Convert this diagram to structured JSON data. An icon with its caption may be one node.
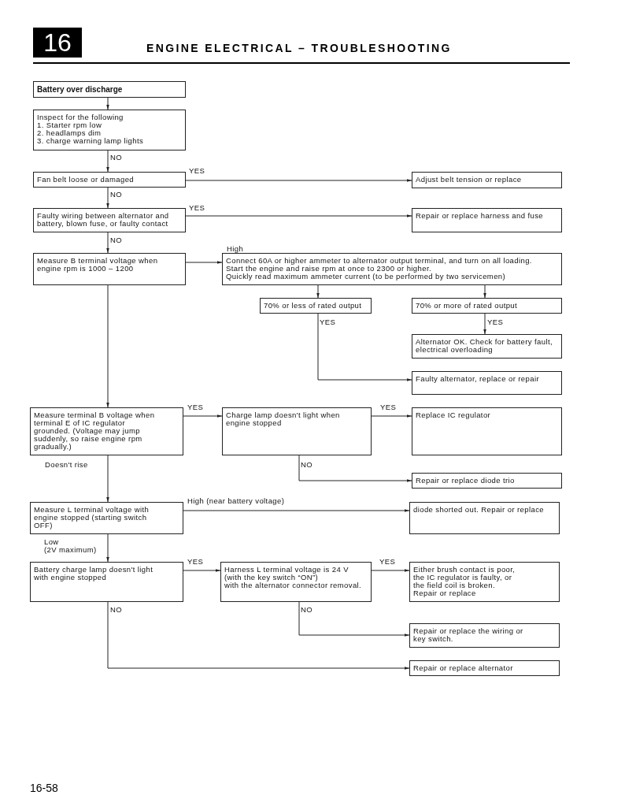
{
  "diagram": {
    "title": "ENGINE ELECTRICAL – TROUBLESHOOTING",
    "nodes": [
      {
        "text": [
          "Battery over discharge"
        ]
      },
      {
        "text": [
          "Inspect for the following",
          "1. Starter rpm low",
          "2. headlamps dim",
          "3. charge warning lamp lights"
        ]
      },
      {
        "text": [
          "Fan belt loose or damaged"
        ]
      },
      {
        "text": [
          "Adjust belt tension or replace"
        ]
      },
      {
        "text": [
          "Faulty wiring between alternator and battery, blown fuse, or faulty contact"
        ]
      },
      {
        "text": [
          "Repair or replace harness and fuse"
        ]
      },
      {
        "text": [
          "Measure B terminal voltage when engine rpm is 1000 – 1200"
        ]
      },
      {
        "text": [
          "Connect 60A or higher ammeter to alternator output terminal, and turn on all loading.",
          "Start the engine and raise rpm at once to 2300 or higher.",
          "Quickly read maximum ammeter current (to be performed by two servicemen)"
        ]
      },
      {
        "text": [
          "70% or less of rated output"
        ]
      },
      {
        "text": [
          "70% or more of rated output"
        ]
      },
      {
        "text": [
          "Alternator OK. Check for battery fault, electrical overloading"
        ]
      },
      {
        "text": [
          "Faulty alternator, replace or repair"
        ]
      },
      {
        "text": [
          "Measure terminal B voltage when terminal E of IC regulator grounded. (Voltage may jump suddenly, so raise engine rpm gradually.)"
        ]
      },
      {
        "text": [
          "Charge lamp doesn't light when engine stopped"
        ]
      },
      {
        "text": [
          "Replace IC regulator"
        ]
      },
      {
        "text": [
          "Repair or replace diode trio"
        ]
      },
      {
        "text": [
          "Measure L terminal voltage with engine stopped (starting switch OFF)"
        ]
      },
      {
        "text": [
          "diode shorted out. Repair or replace"
        ]
      },
      {
        "text": [
          "Battery charge lamp doesn't light with engine stopped"
        ]
      },
      {
        "text": [
          "Harness L terminal voltage is 24 V",
          "(with the key switch “ON”)",
          "with the alternator connector removal."
        ]
      },
      {
        "text": [
          "Either brush contact is poor, the IC regulator is faulty, or the field coil is broken.",
          "Repair or replace"
        ]
      },
      {
        "text": [
          "Repair or replace the wiring or key switch."
        ]
      },
      {
        "text": [
          "Repair or replace alternator"
        ]
      }
    ],
    "edges": [
      {
        "from": 0,
        "to": 1,
        "arrow": "to"
      },
      {
        "from": 1,
        "to": 2,
        "arrow": "to",
        "label": "NO"
      },
      {
        "from": 2,
        "to": 3,
        "arrow": "to",
        "label": "YES"
      },
      {
        "from": 2,
        "to": 4,
        "arrow": "to",
        "label": "NO"
      },
      {
        "from": 4,
        "to": 5,
        "arrow": "to",
        "label": "YES"
      },
      {
        "from": 4,
        "to": 6,
        "arrow": "to",
        "label": "NO"
      },
      {
        "from": 6,
        "to": 7,
        "arrow": "to",
        "label": "High"
      },
      {
        "from": 7,
        "to": 8,
        "arrow": "to"
      },
      {
        "from": 7,
        "to": 9,
        "arrow": "to"
      },
      {
        "from": 9,
        "to": 10,
        "arrow": "to",
        "label": "YES"
      },
      {
        "from": 8,
        "to": 11,
        "arrow": "to",
        "label": "YES"
      },
      {
        "from": 6,
        "to": 12,
        "arrow": "to"
      },
      {
        "from": 12,
        "to": 13,
        "arrow": "to",
        "label": "YES"
      },
      {
        "from": 13,
        "to": 14,
        "arrow": "to",
        "label": "YES"
      },
      {
        "from": 13,
        "to": 15,
        "arrow": "to",
        "label": "NO"
      },
      {
        "from": 12,
        "to": 16,
        "arrow": "to",
        "label": "Doesn't rise"
      },
      {
        "from": 16,
        "to": 17,
        "arrow": "to",
        "label": "High (near battery voltage)"
      },
      {
        "from": 16,
        "to": 18,
        "arrow": "to",
        "label": "Low (2V maximum)"
      },
      {
        "from": 18,
        "to": 19,
        "arrow": "to",
        "label": "YES"
      },
      {
        "from": 19,
        "to": 20,
        "arrow": "to",
        "label": "YES"
      },
      {
        "from": 19,
        "to": 21,
        "arrow": "to",
        "label": "NO"
      },
      {
        "from": 18,
        "to": 22,
        "arrow": "to",
        "label": "NO"
      }
    ],
    "labels": [
      "16",
      "16-58"
    ]
  }
}
